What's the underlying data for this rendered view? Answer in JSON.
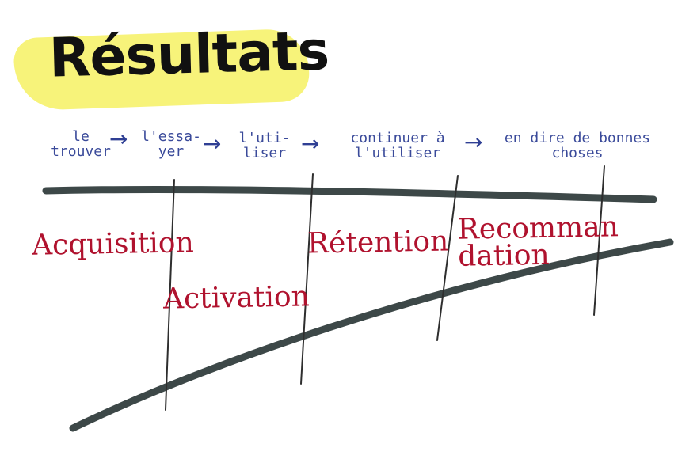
{
  "title": "Résultats",
  "steps": [
    {
      "text": "le\ntrouver"
    },
    {
      "text": "l'essa-\nyer"
    },
    {
      "text": "l'uti-\nliser"
    },
    {
      "text": "continuer à\nl'utiliser"
    },
    {
      "text": "en dire de bonnes\nchoses"
    }
  ],
  "stages": [
    {
      "label": "Acquisition"
    },
    {
      "label": "Activation"
    },
    {
      "label": "Rétention"
    },
    {
      "label": "Recomman\ndation"
    }
  ],
  "arrow_icon": "arrow-right-icon",
  "colors": {
    "highlight": "#f7f37a",
    "title": "#111111",
    "steps": "#3a4a9a",
    "stages": "#b0122e",
    "thick_lines": "#3d4848",
    "thin_lines": "#2e2e2e"
  }
}
